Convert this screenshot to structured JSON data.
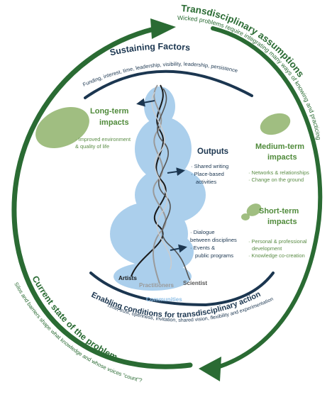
{
  "arcs": {
    "transdisciplinary_title": "Transdisciplinary assumptions",
    "transdisciplinary_sub": "Wicked problems require integrating many ways of knowing and practicing?",
    "sustaining_title": "Sustaining Factors",
    "sustaining_sub": "Funding, interest, time, leadership, visibility, leadership, persistence",
    "enabling_title": "Enabling conditions for transdisciplinary action",
    "enabling_sub": "Time, trust, openness, invitation, shared vision, flexibility and experimentation",
    "current_title": "Current state of the problem",
    "current_sub": "Silos and barriers shape what knowledge and whose voices “count”?"
  },
  "impacts": {
    "long_term": {
      "title_1": "Long-term",
      "title_2": "impacts",
      "items": [
        "· Improved environment",
        "& quality of life"
      ]
    },
    "medium_term": {
      "title_1": "Medium-term",
      "title_2": "impacts",
      "items": [
        "· Networks & relationships",
        "· Change on the ground"
      ]
    },
    "short_term": {
      "title_1": "Short-term",
      "title_2": "impacts",
      "items": [
        "· Personal & professional",
        "development",
        "· Knowledge co-creation"
      ]
    }
  },
  "outputs": {
    "title": "Outputs",
    "items_top": [
      "· Shared writing",
      "· Place-based",
      "activities"
    ],
    "items_bottom": [
      "· Dialogue",
      "between disciplines",
      "· Events &",
      "public programs"
    ]
  },
  "strands": {
    "artists": "Artists",
    "practitioners": "Practitioners",
    "scientist": "Scientist",
    "communities": "Communities"
  },
  "colors": {
    "dark_green": "#2a6b33",
    "light_green": "#8fb36b",
    "navy": "#1b3650",
    "blue_wash": "#8fbfe6",
    "impact_green": "#4f8a3a"
  }
}
